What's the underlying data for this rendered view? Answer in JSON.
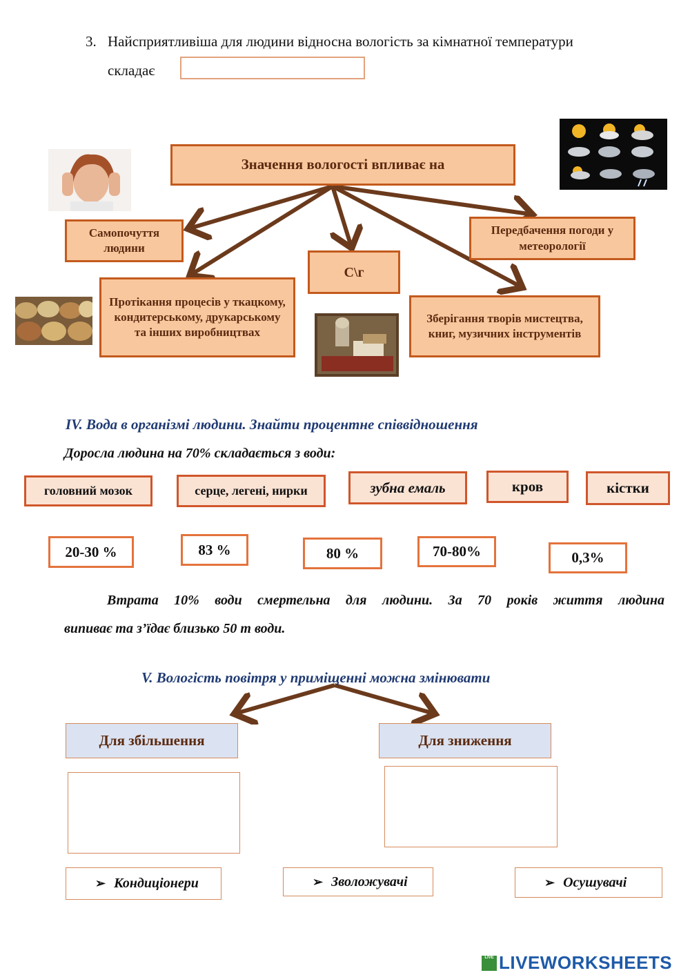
{
  "question3": {
    "number": "3.",
    "line1": "Найсприятливіша для людини відносна вологість за кімнатної температури",
    "line2": "складає"
  },
  "diagram": {
    "center": "Значення вологості впливає на",
    "wellbeing": "Самопочуття людини",
    "processes": "Протікання процесів у ткацкому, кондитерському, друкарському та інших виробництвах",
    "agriculture": "С\\г",
    "forecast": "Передбачення погоди у метеорології",
    "art_storage": "Зберігання творів мистецтва, книг, музичних інструментів"
  },
  "section4": {
    "title": "IV. Вода в організмі людини. Знайти процентне співвідношення",
    "subtitle": "Доросла людина на 70% складається з води:",
    "organs": [
      "головний мозок",
      "серце, легені, нирки",
      "зубна емаль",
      "кров",
      "кістки"
    ],
    "percents": [
      "20-30 %",
      "83 %",
      "80 %",
      "70-80%",
      "0,3%"
    ],
    "paragraph_line1": "Втрата 10% води смертельна для людини. За 70 років життя людина",
    "paragraph_line2": "випиває та з’їдає близько 50 т води."
  },
  "section5": {
    "title": "V. Вологість повітря у приміщенні можна змінювати",
    "increase": "Для збільшення",
    "decrease": "Для зниження",
    "options": [
      "Кондиціонери",
      "Зволожувачі",
      "Осушувачі"
    ],
    "bullet": "➢"
  },
  "footer": {
    "logo_badge": "LIVE",
    "logo_text": "LIVEWORKSHEETS"
  },
  "colors": {
    "box_fill": "#f9c79d",
    "box_border": "#c35a1d",
    "arrow": "#6b3a1c",
    "title_blue": "#1f3a73",
    "logo_blue": "#1e5aa8"
  },
  "icons": [
    "headache-photo",
    "weather-icons",
    "grain-sacks-photo",
    "still-life-painting"
  ]
}
